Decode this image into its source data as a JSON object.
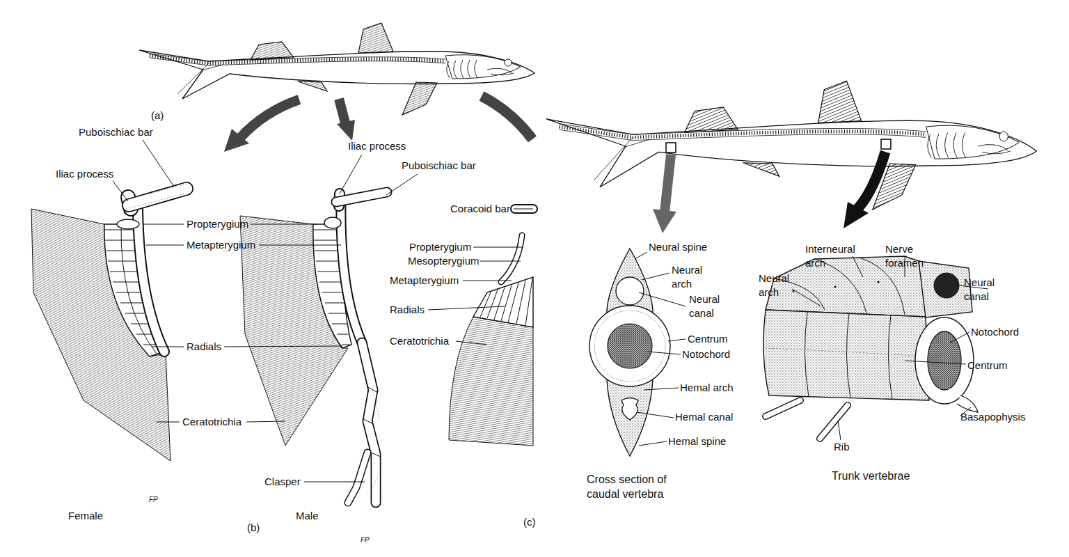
{
  "diagram": {
    "labels": [
      "(a)",
      "Puboischiac bar",
      "Iliac process",
      "Propterygium",
      "Metapterygium",
      "Radials",
      "Ceratotrichia",
      "FP",
      "Female",
      "(b)",
      "Iliac process",
      "Puboischiac bar",
      "Coracoid bar",
      "Propterygium",
      "Mesopterygium",
      "Metapterygium",
      "Radials",
      "Ceratotrichia",
      "Clasper",
      "FP",
      "Male",
      "(c)",
      "Neural spine",
      "Neural arch",
      "Neural canal",
      "Centrum",
      "Notochord",
      "Hemal arch",
      "Hemal canal",
      "Hemal spine",
      "Cross section of caudal vertebra",
      "Interneural arch",
      "Nerve foramen",
      "Neural arch",
      "Neural canal",
      "Notochord",
      "Centrum",
      "Basapophysis",
      "Rib",
      "Trunk vertebrae"
    ]
  }
}
